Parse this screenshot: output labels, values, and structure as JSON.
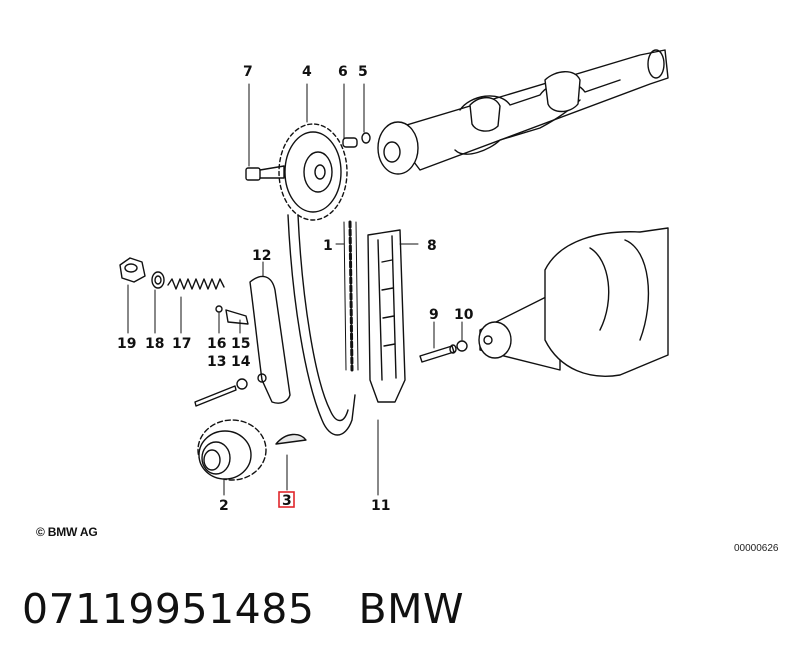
{
  "diagram": {
    "callouts": [
      "7",
      "4",
      "6",
      "5",
      "1",
      "8",
      "12",
      "19",
      "18",
      "17",
      "16",
      "15",
      "13",
      "14",
      "9",
      "10",
      "2",
      "3",
      "11"
    ],
    "highlighted_callout": "3",
    "highlight_color": "#e0262b"
  },
  "footer": {
    "copyright": "© BMW AG",
    "figure_id": "00000626"
  },
  "part": {
    "number": "07119951485",
    "brand": "BMW"
  }
}
